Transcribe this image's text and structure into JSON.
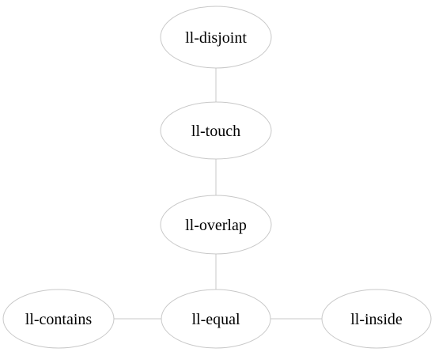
{
  "diagram": {
    "nodes": [
      {
        "id": "ll-disjoint",
        "label": "ll-disjoint"
      },
      {
        "id": "ll-touch",
        "label": "ll-touch"
      },
      {
        "id": "ll-overlap",
        "label": "ll-overlap"
      },
      {
        "id": "ll-contains",
        "label": "ll-contains"
      },
      {
        "id": "ll-equal",
        "label": "ll-equal"
      },
      {
        "id": "ll-inside",
        "label": "ll-inside"
      }
    ],
    "edges": [
      {
        "from": "ll-disjoint",
        "to": "ll-touch"
      },
      {
        "from": "ll-touch",
        "to": "ll-overlap"
      },
      {
        "from": "ll-overlap",
        "to": "ll-equal"
      },
      {
        "from": "ll-contains",
        "to": "ll-equal"
      },
      {
        "from": "ll-equal",
        "to": "ll-inside"
      }
    ],
    "colors": {
      "node_stroke": "#c8c8c8",
      "edge": "#c8c8c8",
      "text": "#000000",
      "background": "#ffffff"
    }
  }
}
